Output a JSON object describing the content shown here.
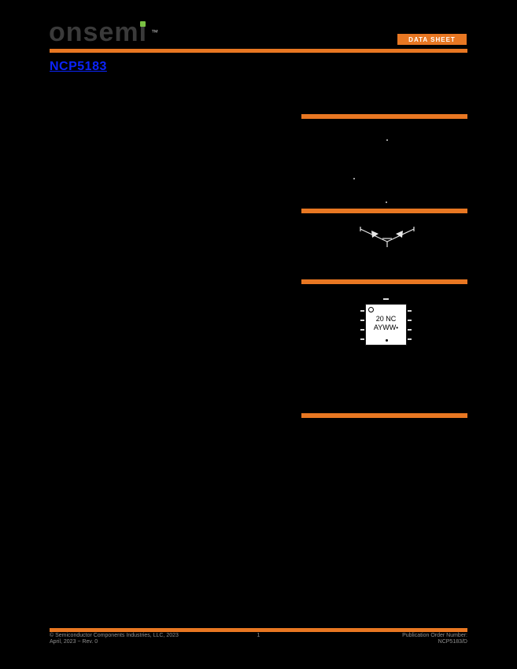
{
  "page": {
    "background": "#000000",
    "accent_color": "#e87722",
    "logo_green": "#7ac143",
    "link_blue": "#0b24fb"
  },
  "header": {
    "logo": "onsemi",
    "trademark": "™",
    "badge": "DATA SHEET"
  },
  "title": {
    "part_number": "NCP5183"
  },
  "figures": {
    "diode_figure": "dual-diode-symbol",
    "package_outline": "dfn-package-top-view"
  },
  "package_marking": {
    "line1": "20 NC",
    "line2": "AYWW",
    "pin1_dot": "•"
  },
  "footer": {
    "copyright": "© Semiconductor Components Industries, LLC, 2023",
    "revision": "April, 2023 − Rev. 0",
    "page_number": "1",
    "publication_label": "Publication Order Number:",
    "publication_number": "NCP5183/D"
  }
}
